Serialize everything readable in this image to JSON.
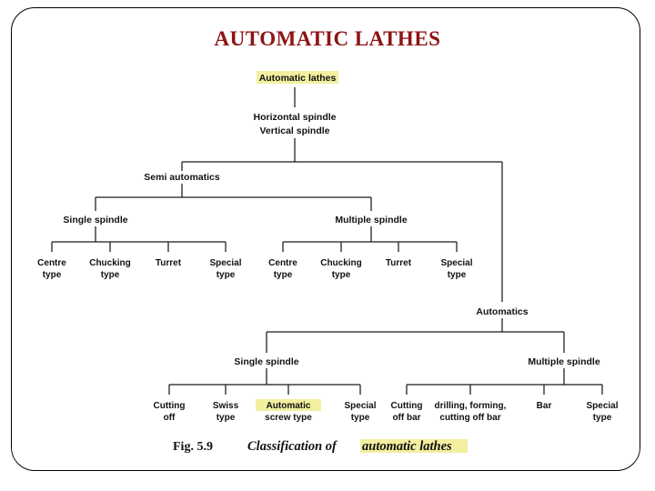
{
  "slide": {
    "title": "AUTOMATIC LATHES",
    "title_color": "#8d1414",
    "background": "#ffffff",
    "frame_color": "#000000",
    "highlight_color": "#f2efa0"
  },
  "caption": {
    "figure_number": "Fig. 5.9",
    "text": "Classification of",
    "highlighted_text": "automatic lathes"
  },
  "diagram": {
    "type": "tree",
    "root": {
      "label": "Automatic lathes",
      "highlighted": true
    },
    "spindle_note": {
      "line1": "Horizontal spindle",
      "line2": "Vertical spindle"
    },
    "branches": [
      {
        "label": "Semi automatics",
        "groups": [
          {
            "label": "Single spindle",
            "leaves": [
              {
                "line1": "Centre",
                "line2": "type"
              },
              {
                "line1": "Chucking",
                "line2": "type"
              },
              {
                "line1": "Turret",
                "line2": ""
              },
              {
                "line1": "Special",
                "line2": "type"
              }
            ]
          },
          {
            "label": "Multiple spindle",
            "leaves": [
              {
                "line1": "Centre",
                "line2": "type"
              },
              {
                "line1": "Chucking",
                "line2": "type"
              },
              {
                "line1": "Turret",
                "line2": ""
              },
              {
                "line1": "Special",
                "line2": "type"
              }
            ]
          }
        ]
      },
      {
        "label": "Automatics",
        "groups": [
          {
            "label": "Single spindle",
            "leaves": [
              {
                "line1": "Cutting",
                "line2": "off"
              },
              {
                "line1": "Swiss",
                "line2": "type"
              },
              {
                "line1": "Automatic",
                "line2": "screw type",
                "highlighted": true
              },
              {
                "line1": "Special",
                "line2": "type"
              }
            ]
          },
          {
            "label": "Multiple spindle",
            "leaves": [
              {
                "line1": "Cutting",
                "line2": "off bar"
              },
              {
                "line1": "drilling, forming,",
                "line2": "cutting off bar"
              },
              {
                "line1": "Bar",
                "line2": ""
              },
              {
                "line1": "Special",
                "line2": "type"
              }
            ]
          }
        ]
      }
    ]
  }
}
